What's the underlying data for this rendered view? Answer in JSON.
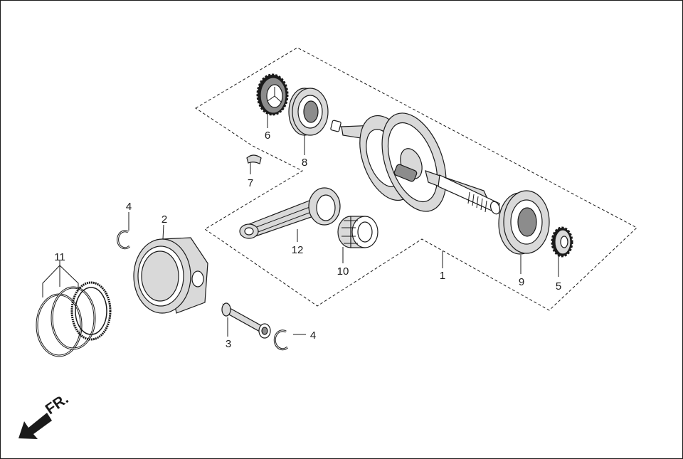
{
  "direction_indicator": {
    "text": "FR."
  },
  "parts": [
    {
      "id": "1",
      "label": "1"
    },
    {
      "id": "2",
      "label": "2"
    },
    {
      "id": "3",
      "label": "3"
    },
    {
      "id": "4a",
      "label": "4"
    },
    {
      "id": "4b",
      "label": "4"
    },
    {
      "id": "5",
      "label": "5"
    },
    {
      "id": "6",
      "label": "6"
    },
    {
      "id": "7",
      "label": "7"
    },
    {
      "id": "8",
      "label": "8"
    },
    {
      "id": "9",
      "label": "9"
    },
    {
      "id": "10",
      "label": "10"
    },
    {
      "id": "11",
      "label": "11"
    },
    {
      "id": "12",
      "label": "12"
    }
  ]
}
